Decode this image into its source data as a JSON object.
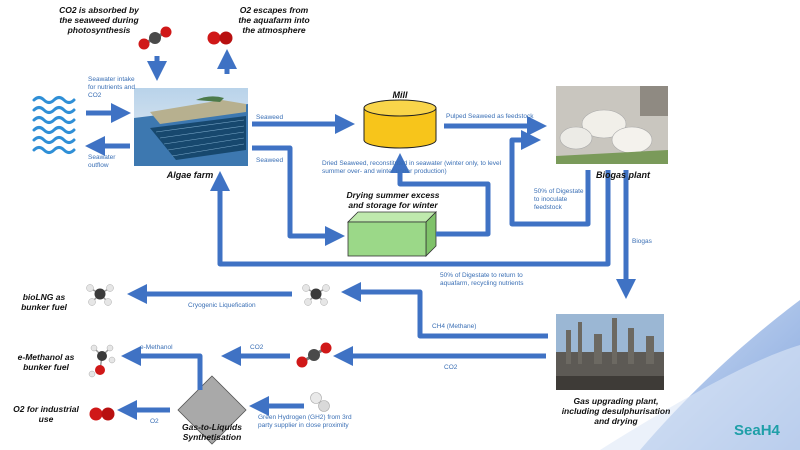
{
  "top": {
    "co2_absorbed": "CO2 is absorbed by the seaweed during photosynthesis",
    "o2_escapes": "O2 escapes from the aquafarm into the atmosphere"
  },
  "seawater": {
    "intake": "Seawater intake for nutrients and CO2",
    "outflow": "Seawater outflow"
  },
  "nodes": {
    "algae_farm": "Algae farm",
    "mill": "Mill",
    "drying": "Drying summer excess and storage for winter",
    "biogas_plant": "Biogas plant",
    "gas_upgrading": "Gas upgrading plant, including desulphurisation and drying",
    "gtl": "Gas-to-Liquids Synthetisation"
  },
  "flows": {
    "seaweed_to_mill": "Seaweed",
    "seaweed_to_drying": "Seaweed",
    "pulped": "Pulped Seaweed as feedstock",
    "dried": "Dried Seaweed, reconstituted in seawater (winter only, to level summer over- and winter under production)",
    "digestate_inoculate": "50% of Digestate to inoculate feedstock",
    "biogas": "Biogas",
    "digestate_return": "50% of Digestate to return to aquafarm, recycling nutrients",
    "methane": "CH4 (Methane)",
    "cryogenic": "Cryogenic Liquefication",
    "co2_bottom": "CO2",
    "co2_to_gtl": "CO2",
    "e_methanol": "e-Methanol",
    "o2": "O2",
    "green_h2": "Green Hydrogen (GH2) from 3rd party supplier in close proximity"
  },
  "outputs": {
    "biolng": "bioLNG as bunker fuel",
    "emethanol": "e-Methanol as bunker fuel",
    "o2_industrial": "O2 for industrial use"
  },
  "brand": {
    "logo_text": "SeaH4"
  },
  "colors": {
    "arrow": "#3f72c4",
    "cylinder": "#f7c51b",
    "box": "#9bd888",
    "diamond": "#a9a9a9"
  }
}
